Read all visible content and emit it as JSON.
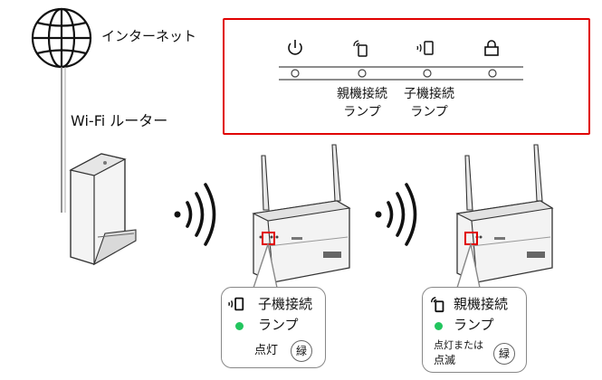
{
  "labels": {
    "internet": "インターネット",
    "wifi_router": "Wi-Fi ルーター"
  },
  "panel": {
    "border_color": "#e00000",
    "icons": [
      "power-icon",
      "parent-connection-icon",
      "child-connection-icon",
      "lock-icon"
    ],
    "parent_lamp_line1": "親機接続",
    "parent_lamp_line2": "ランプ",
    "child_lamp_line1": "子機接続",
    "child_lamp_line2": "ランプ"
  },
  "callout_left": {
    "title_line1": "子機接続",
    "title_line2": "ランプ",
    "status": "点灯",
    "color_badge": "緑",
    "dot_color": "#22c55e",
    "icon": "child-connection-icon"
  },
  "callout_right": {
    "title_line1": "親機接続",
    "title_line2": "ランプ",
    "status_line1": "点灯または",
    "status_line2": "点滅",
    "color_badge": "緑",
    "dot_color": "#22c55e",
    "icon": "parent-connection-icon"
  },
  "highlight_color": "#e00000"
}
